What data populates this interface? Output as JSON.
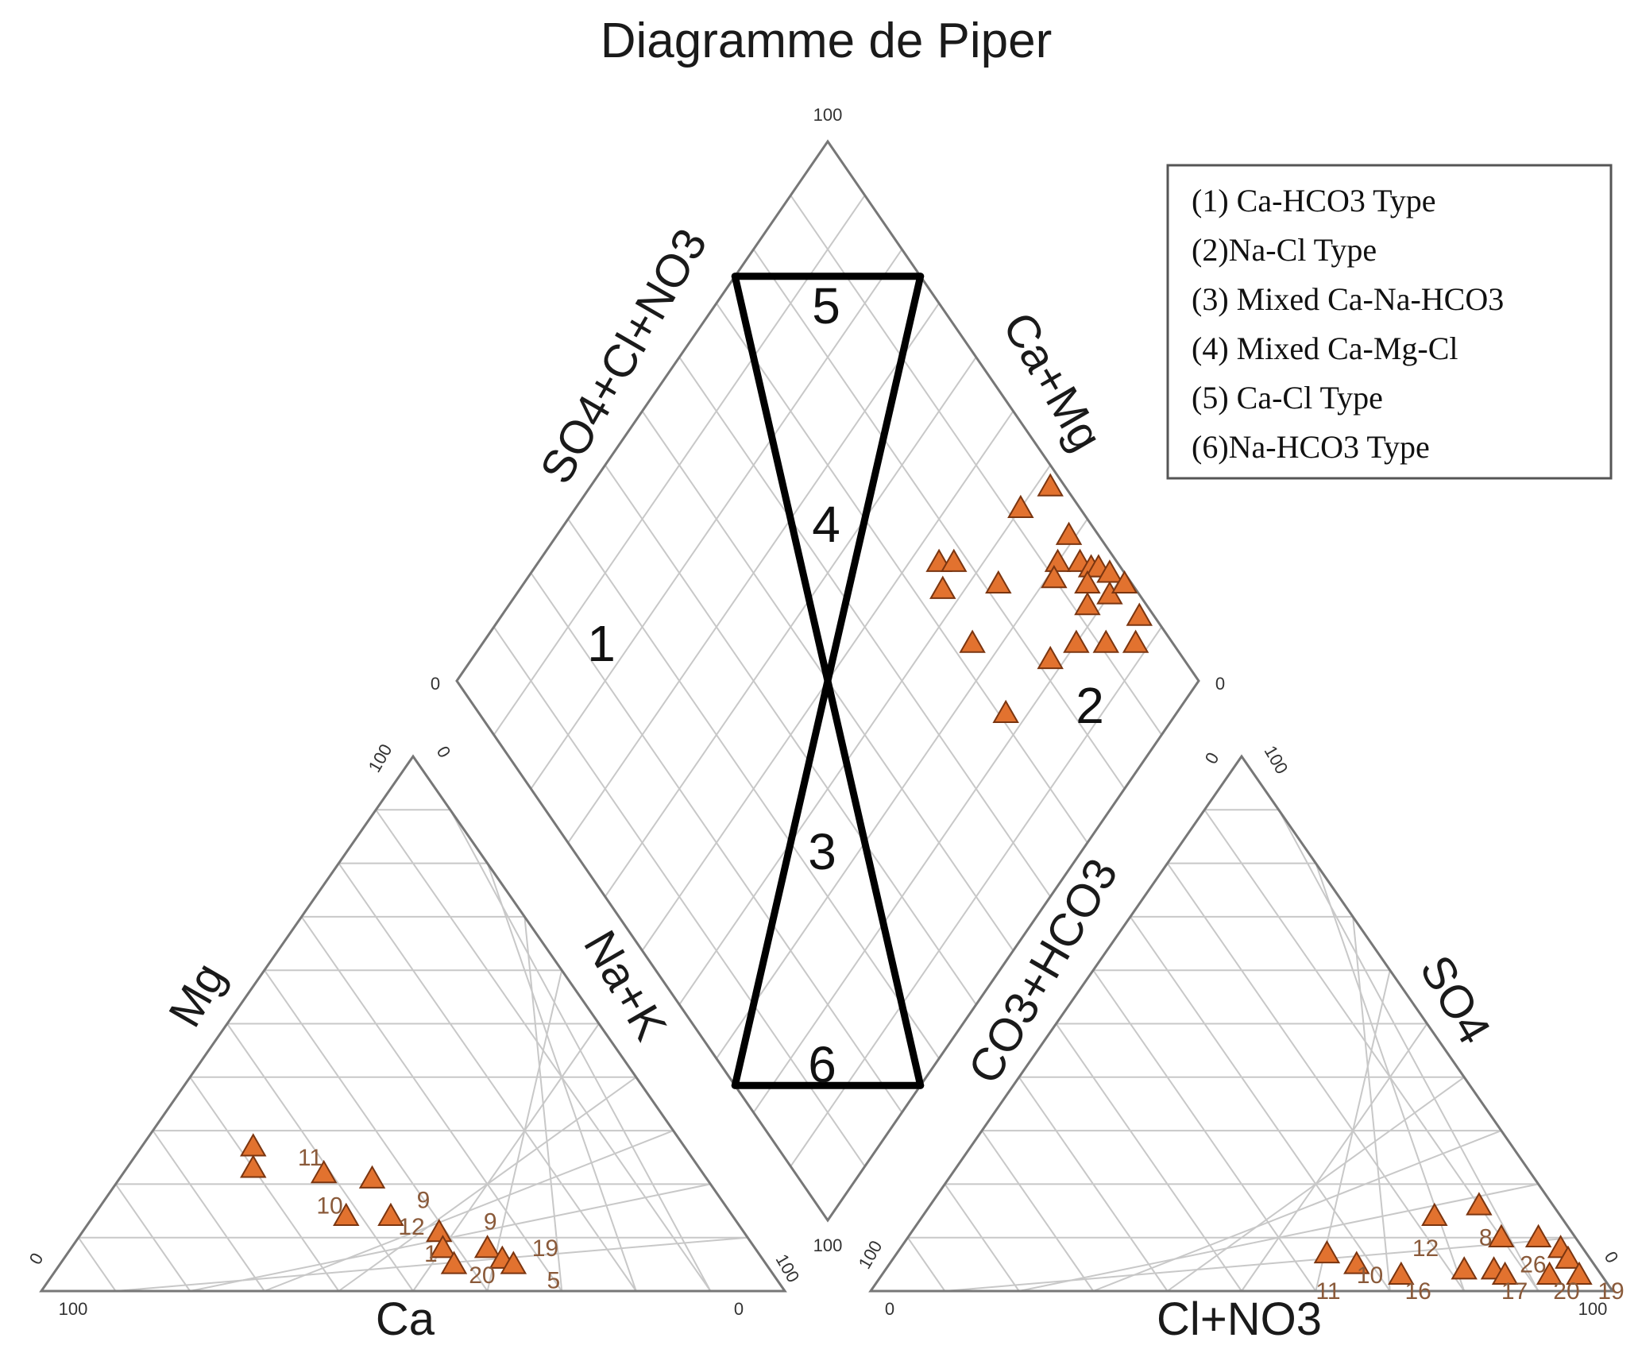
{
  "chart_data": {
    "type": "scatter",
    "subtype": "piper-diagram",
    "title": "Diagramme de Piper",
    "cation_triangle": {
      "axes": [
        "Mg",
        "Na+K",
        "Ca"
      ],
      "ticks": {
        "bottom_left": "100",
        "bottom_right": "0",
        "left_base": "0",
        "left_top": "100",
        "right_top": "0",
        "right_base": "100"
      },
      "points_pct": [
        {
          "ca": 58,
          "mg": 27,
          "nak": 15
        },
        {
          "ca": 60,
          "mg": 23,
          "nak": 17
        },
        {
          "ca": 51,
          "mg": 22,
          "nak": 27
        },
        {
          "ca": 45,
          "mg": 21,
          "nak": 34
        },
        {
          "ca": 52,
          "mg": 14,
          "nak": 34
        },
        {
          "ca": 46,
          "mg": 14,
          "nak": 40
        },
        {
          "ca": 41,
          "mg": 11,
          "nak": 48
        },
        {
          "ca": 42,
          "mg": 8,
          "nak": 50
        },
        {
          "ca": 42,
          "mg": 5,
          "nak": 53
        },
        {
          "ca": 36,
          "mg": 8,
          "nak": 56
        },
        {
          "ca": 35,
          "mg": 6,
          "nak": 59
        },
        {
          "ca": 34,
          "mg": 5,
          "nak": 61
        }
      ],
      "labels": [
        {
          "text": "11",
          "ca": 53,
          "mg": 25,
          "nak": 22
        },
        {
          "text": "10",
          "ca": 55,
          "mg": 16,
          "nak": 29
        },
        {
          "text": "12",
          "ca": 46,
          "mg": 12,
          "nak": 42
        },
        {
          "text": "9",
          "ca": 41,
          "mg": 17,
          "nak": 42
        },
        {
          "text": "9",
          "ca": 34,
          "mg": 13,
          "nak": 53
        },
        {
          "text": "1",
          "ca": 45,
          "mg": 7,
          "nak": 48
        },
        {
          "text": "19",
          "ca": 30,
          "mg": 8,
          "nak": 62
        },
        {
          "text": "20",
          "ca": 41,
          "mg": 3,
          "nak": 56
        },
        {
          "text": "5",
          "ca": 31,
          "mg": 2,
          "nak": 67
        }
      ]
    },
    "anion_triangle": {
      "axes": [
        "CO3+HCO3",
        "SO4",
        "Cl+NO3"
      ],
      "ticks": {
        "bottom_left": "0",
        "bottom_right": "100",
        "left_base": "100",
        "left_top": "0",
        "right_top": "100",
        "right_base": "0"
      },
      "points_pct": [
        {
          "cl": 58,
          "so4": 7,
          "hco3": 35
        },
        {
          "cl": 63,
          "so4": 5,
          "hco3": 32
        },
        {
          "cl": 69,
          "so4": 14,
          "hco3": 17
        },
        {
          "cl": 74,
          "so4": 16,
          "hco3": 10
        },
        {
          "cl": 80,
          "so4": 10,
          "hco3": 10
        },
        {
          "cl": 85,
          "so4": 10,
          "hco3": 5
        },
        {
          "cl": 89,
          "so4": 8,
          "hco3": 3
        },
        {
          "cl": 91,
          "so4": 6,
          "hco3": 3
        },
        {
          "cl": 78,
          "so4": 4,
          "hco3": 18
        },
        {
          "cl": 82,
          "so4": 4,
          "hco3": 14
        },
        {
          "cl": 84,
          "so4": 3,
          "hco3": 13
        },
        {
          "cl": 70,
          "so4": 3,
          "hco3": 27
        },
        {
          "cl": 90,
          "so4": 3,
          "hco3": 7
        },
        {
          "cl": 94,
          "so4": 3,
          "hco3": 3
        }
      ],
      "labels": [
        {
          "text": "12",
          "cl": 69,
          "so4": 8,
          "hco3": 23
        },
        {
          "text": "8",
          "cl": 77,
          "so4": 10,
          "hco3": 13
        },
        {
          "text": "10",
          "cl": 64,
          "so4": 3,
          "hco3": 33
        },
        {
          "text": "11",
          "cl": 60,
          "so4": 0,
          "hco3": 40
        },
        {
          "text": "16",
          "cl": 72,
          "so4": 0,
          "hco3": 28
        },
        {
          "text": "26",
          "cl": 85,
          "so4": 5,
          "hco3": 10
        },
        {
          "text": "17",
          "cl": 85,
          "so4": 0,
          "hco3": 15
        },
        {
          "text": "20",
          "cl": 92,
          "so4": 0,
          "hco3": 8
        },
        {
          "text": "19",
          "cl": 98,
          "so4": 0,
          "hco3": 2
        }
      ]
    },
    "diamond": {
      "axes": [
        "SO4+Cl+NO3",
        "Ca+Mg"
      ],
      "ticks": {
        "top": "100",
        "left": "0",
        "right": "0",
        "bottom": "100"
      },
      "zones": [
        "5",
        "4",
        "1",
        "2",
        "3",
        "6"
      ],
      "points_pct": [
        {
          "so4cl": 76,
          "camg": 46
        },
        {
          "so4cl": 78,
          "camg": 44
        },
        {
          "so4cl": 82,
          "camg": 36
        },
        {
          "so4cl": 92,
          "camg": 40
        },
        {
          "so4cl": 98,
          "camg": 38
        },
        {
          "so4cl": 92,
          "camg": 30
        },
        {
          "so4cl": 95,
          "camg": 27
        },
        {
          "so4cl": 96,
          "camg": 25
        },
        {
          "so4cl": 97,
          "camg": 24
        },
        {
          "so4cl": 94,
          "camg": 24
        },
        {
          "so4cl": 92,
          "camg": 22
        },
        {
          "so4cl": 98,
          "camg": 22
        },
        {
          "so4cl": 96,
          "camg": 20
        },
        {
          "so4cl": 99,
          "camg": 19
        },
        {
          "so4cl": 91,
          "camg": 16
        },
        {
          "so4cl": 95,
          "camg": 12
        },
        {
          "so4cl": 98,
          "camg": 14
        },
        {
          "so4cl": 87,
          "camg": 20
        },
        {
          "so4cl": 82,
          "camg": 22
        },
        {
          "so4cl": 73,
          "camg": 34
        },
        {
          "so4cl": 74,
          "camg": 43
        },
        {
          "so4cl": 90,
          "camg": 29
        },
        {
          "so4cl": 96,
          "camg": 31
        },
        {
          "so4cl": 71,
          "camg": 23
        }
      ]
    },
    "legend": {
      "entries": [
        "(1) Ca-HCO3 Type",
        "(2)Na-Cl Type",
        "(3) Mixed Ca-Na-HCO3",
        "(4) Mixed Ca-Mg-Cl",
        "(5) Ca-Cl Type",
        "(6)Na-HCO3 Type"
      ]
    },
    "colors": {
      "marker_fill": "#e2722f",
      "marker_stroke": "#7a3510",
      "grid": "#c8c8c8",
      "frame": "#777777",
      "zone_lines": "#000000",
      "sample_label": "#8a5a3a"
    }
  }
}
